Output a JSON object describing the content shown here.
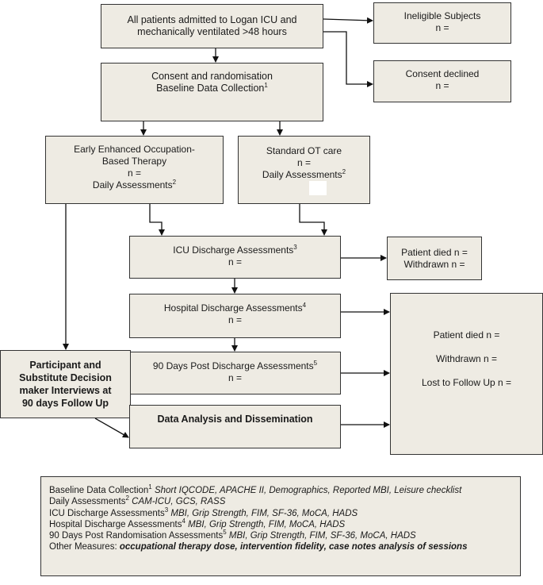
{
  "boxes": {
    "all_patients": [
      "All patients admitted to Logan ICU and",
      "mechanically ventilated >48 hours"
    ],
    "ineligible": [
      "Ineligible Subjects",
      "n ="
    ],
    "consent_declined": [
      "Consent declined",
      "n ="
    ],
    "consent": [
      "Consent and randomisation",
      "Baseline Data Collection"
    ],
    "consent_sup": "1",
    "early_enhanced": [
      "Early Enhanced Occupation-",
      "Based Therapy",
      "n =",
      "Daily Assessments"
    ],
    "early_sup": "2",
    "standard_ot": [
      "Standard OT care",
      "n =",
      "Daily Assessments"
    ],
    "standard_sup": "2",
    "icu_discharge": [
      "ICU Discharge Assessments",
      "n ="
    ],
    "icu_sup": "3",
    "patient_died_1": [
      "Patient died n =",
      "Withdrawn n ="
    ],
    "hospital_discharge": [
      "Hospital Discharge Assessments",
      "n ="
    ],
    "hospital_sup": "4",
    "ninety_days": [
      "90 Days Post Discharge Assessments",
      "n ="
    ],
    "ninety_sup": "5",
    "outcomes_right": [
      "Patient died n =",
      "Withdrawn n =",
      "Lost to Follow Up n ="
    ],
    "interviews": [
      "Participant and",
      "Substitute Decision",
      "maker Interviews at",
      "90 days Follow Up"
    ],
    "data_analysis": "Data Analysis and Dissemination"
  },
  "legend": {
    "baseline_label": "Baseline Data Collection",
    "baseline_sup": "1",
    "baseline_items": "Short IQCODE, APACHE II, Demographics, Reported MBI, Leisure checklist",
    "daily_label": "Daily Assessments",
    "daily_sup": "2",
    "daily_items": "CAM-ICU, GCS, RASS",
    "icu_label": "ICU Discharge Assessments",
    "icu_sup": "3",
    "icu_items": "MBI, Grip Strength, FIM, SF-36, MoCA, HADS",
    "hospital_label": "Hospital Discharge Assessments",
    "hospital_sup": "4",
    "hospital_items": "MBI, Grip Strength, FIM, MoCA, HADS",
    "ninety_label": "90 Days Post Randomisation Assessments",
    "ninety_sup": "5",
    "ninety_items": "MBI, Grip Strength, FIM, SF-36, MoCA, HADS",
    "other_label": "Other Measures:",
    "other_items": "occupational therapy dose, intervention fidelity, case notes analysis of sessions"
  }
}
